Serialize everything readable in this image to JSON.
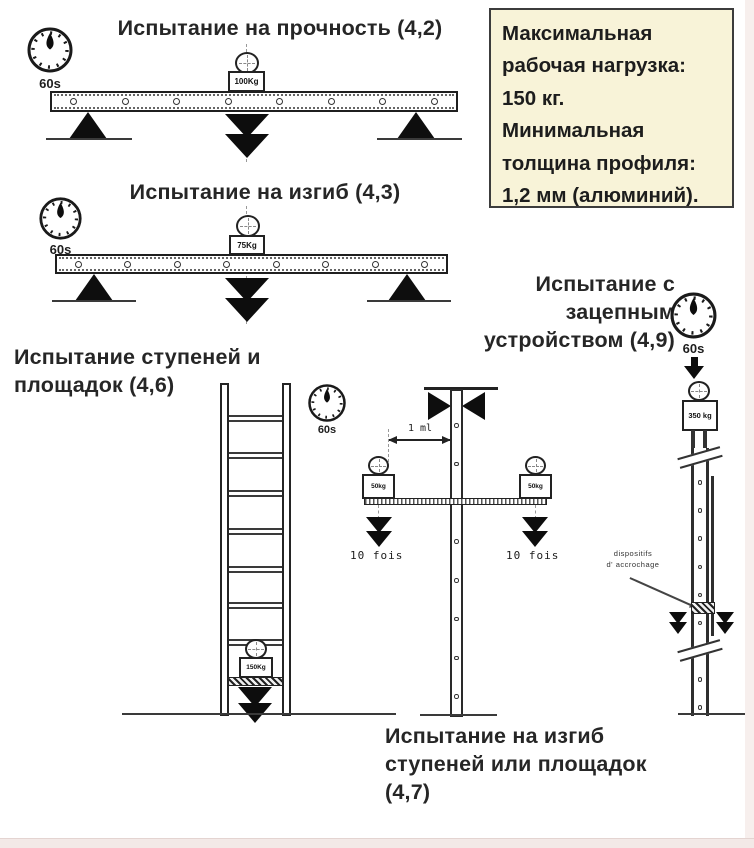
{
  "page": {
    "background": "#ffffff",
    "edge_strip_color": "#f3e9e7"
  },
  "info_box": {
    "text": "Максимальная\nрабочая нагрузка:\n150 кг.\nМинимальная\nтолщина профиля:\n1,2 мм (алюминий).",
    "background": "#f8f3d8",
    "border_color": "#3c3c3c"
  },
  "icons": {
    "timer": "stopwatch-dial-icon",
    "down_arrow": "double-chevron-down-arrow",
    "support": "triangle-support",
    "clamp": "clamp-triangles",
    "hook_device": "hatched-hook-block"
  },
  "tests": {
    "strength": {
      "title": "Испытание на прочность (4,2)",
      "timer_label": "60s",
      "weight_label": "100Kg"
    },
    "bend": {
      "title": "Испытание на изгиб (4,3)",
      "timer_label": "60s",
      "weight_label": "75Kg"
    },
    "steps": {
      "title": "Испытание ступеней и\nплощадок (4,6)",
      "timer_label": "60s",
      "weight_label": "150Kg"
    },
    "step_bend": {
      "caption": "Испытание на изгиб\nступеней или площадок\n(4,7)",
      "dimension_label": "1 ml",
      "weight_left_label": "50kg",
      "weight_right_label": "50kg",
      "repeat_left_label": "10 fois",
      "repeat_right_label": "10 fois"
    },
    "hook": {
      "title": "Испытание с\nзацепным\nустройством (4,9)",
      "timer_label": "60s",
      "weight_label": "350 kg",
      "device_label": "dispositifs\nd' accrochage"
    }
  }
}
